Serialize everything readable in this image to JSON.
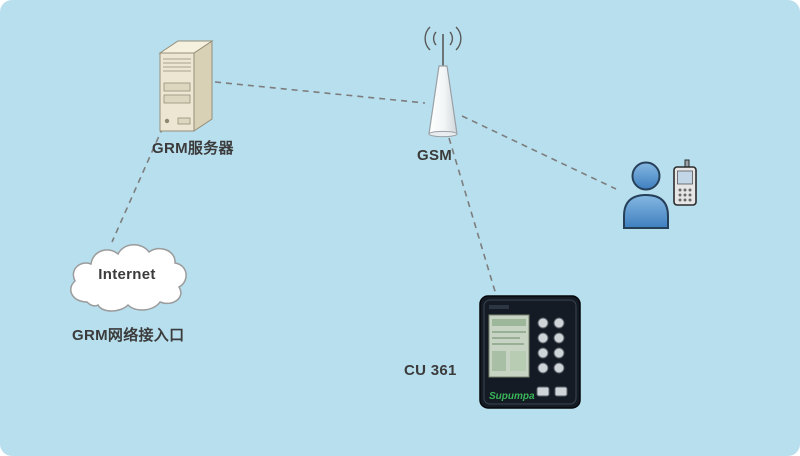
{
  "diagram": {
    "background_color": "#b7dfee",
    "line_color": "#7d7d7d",
    "nodes": {
      "server": {
        "label": "GRM服务器"
      },
      "gsm": {
        "label": "GSM"
      },
      "internet": {
        "label": "Internet",
        "sublabel": "GRM网络接入口"
      },
      "controller": {
        "label": "CU 361",
        "brand": "Supumpa"
      },
      "mobile_user": {
        "label": ""
      }
    },
    "connections": [
      {
        "from": "server",
        "to": "gsm"
      },
      {
        "from": "server",
        "to": "internet"
      },
      {
        "from": "gsm",
        "to": "mobile-user"
      },
      {
        "from": "gsm",
        "to": "controller"
      }
    ]
  }
}
